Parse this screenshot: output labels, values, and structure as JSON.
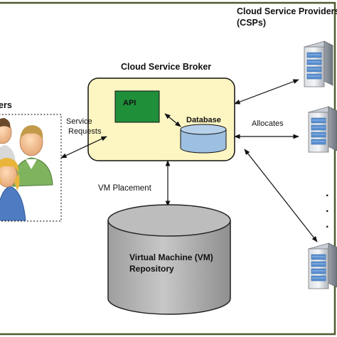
{
  "csp": {
    "title_line1": "Cloud Service Providers",
    "title_line2": "(CSPs)"
  },
  "broker": {
    "title": "Cloud Service Broker",
    "api_label": "API",
    "database_label": "Database"
  },
  "users": {
    "title_partial": "ers"
  },
  "edges": {
    "service_requests_line1": "Service",
    "service_requests_line2": "Requests",
    "allocates": "Allocates",
    "vm_placement": "VM Placement"
  },
  "repository": {
    "label_line1": "Virtual Machine (VM)",
    "label_line2": "Repository"
  },
  "ellipsis": [
    "·",
    "·",
    "·"
  ],
  "colors": {
    "border": "#4e5b2f",
    "broker_fill": "#fdf6c3",
    "api_fill": "#1f8f3a",
    "db_fill": "#9dbfe0",
    "repo_fill": "#b3b3b3",
    "server_blue": "#5a8fd0"
  },
  "icons": [
    "users-group-icon",
    "server-icon"
  ]
}
